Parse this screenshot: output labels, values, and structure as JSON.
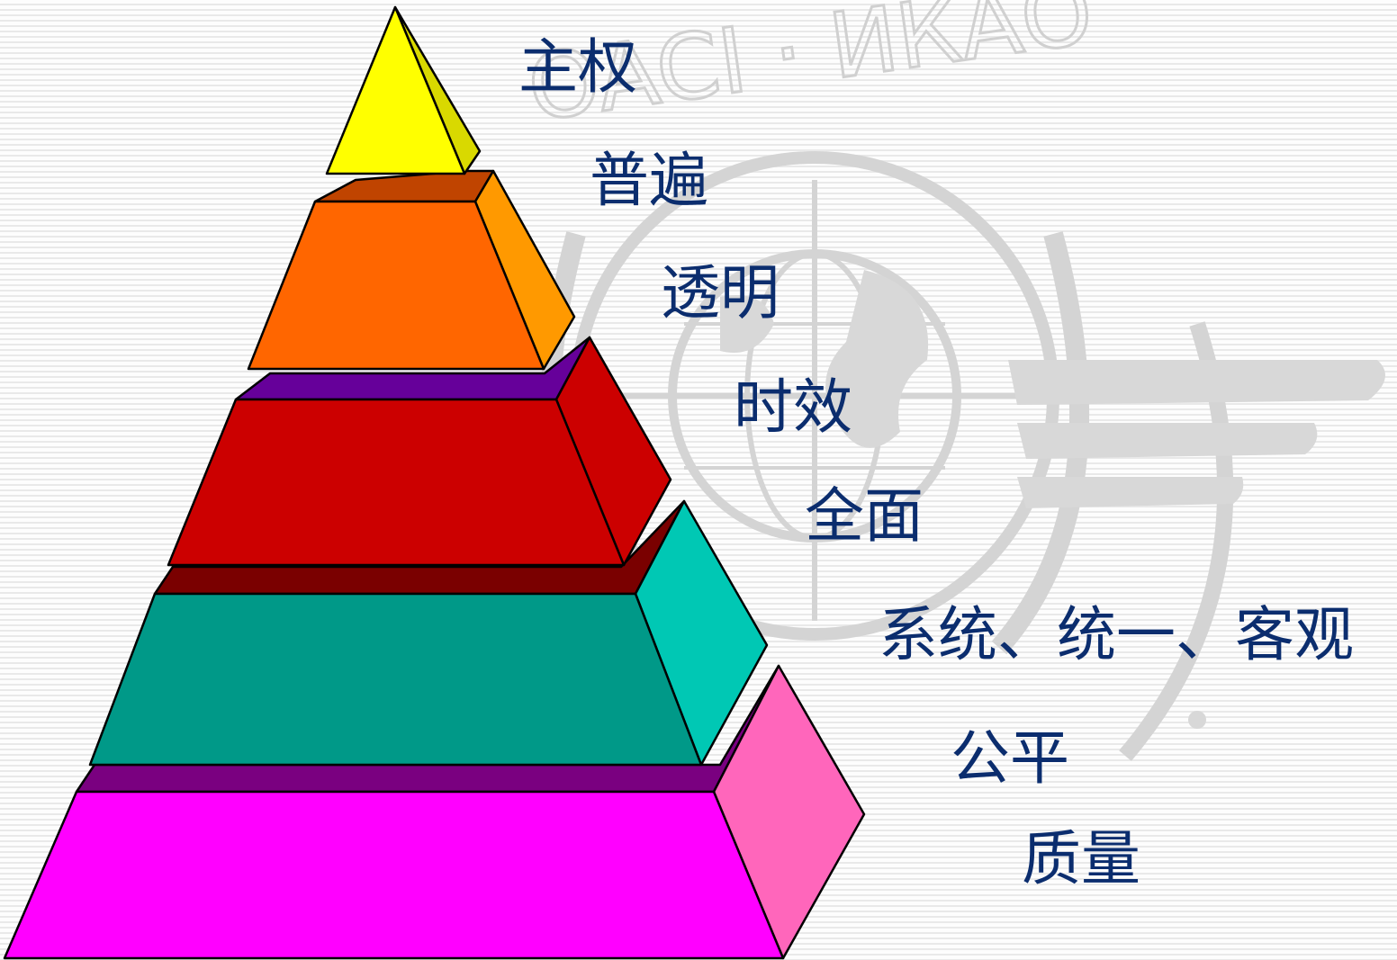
{
  "watermark": {
    "text": "OACI · ИКАО",
    "color": "#d2d2d2",
    "icon": "icao-emblem"
  },
  "pyramid": {
    "levels": [
      {
        "name": "top",
        "front": "#ffff00",
        "side": "#d9d900",
        "top": "#ffff00"
      },
      {
        "name": "level-2",
        "front": "#ff6600",
        "side": "#ff9900",
        "top": "#c04400"
      },
      {
        "name": "level-3",
        "front": "#cc0000",
        "side": "#cc0000",
        "top": "#66009a"
      },
      {
        "name": "level-4",
        "front": "#009988",
        "side": "#00c8b4",
        "top": "#7a0000"
      },
      {
        "name": "base",
        "front": "#ff00ff",
        "side": "#ff66bb",
        "top": "#7a0080"
      }
    ],
    "outline": "#000000"
  },
  "labels": [
    "主权",
    "普遍",
    "透明",
    "时效",
    "全面",
    "系统、统一、客观",
    "公平",
    "质量"
  ],
  "label_color": "#0b2d6e"
}
